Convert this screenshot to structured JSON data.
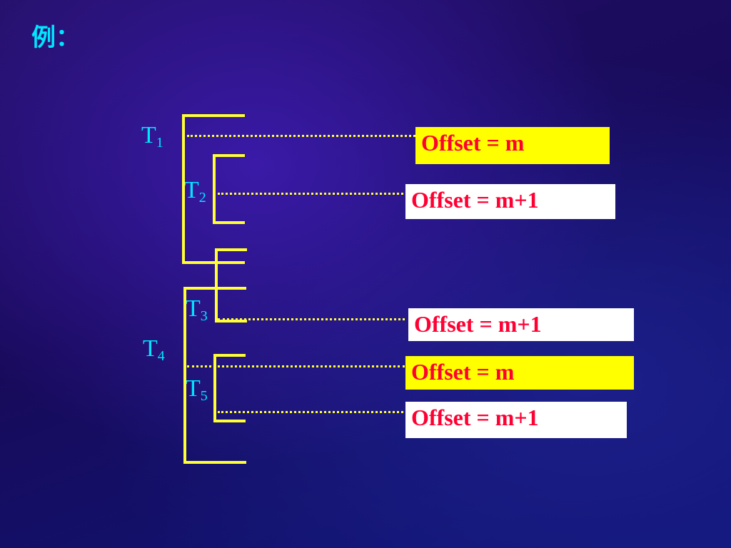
{
  "title": "例：",
  "threads": [
    {
      "base": "T",
      "sub": "1"
    },
    {
      "base": "T",
      "sub": "2"
    },
    {
      "base": "T",
      "sub": "3"
    },
    {
      "base": "T",
      "sub": "4"
    },
    {
      "base": "T",
      "sub": "5"
    }
  ],
  "offset_boxes": [
    {
      "text": "Offset = m",
      "background": "#ffff00",
      "text_color": "#ff0033"
    },
    {
      "text": "Offset = m+1",
      "background": "#ffffff",
      "text_color": "#ff0033"
    },
    {
      "text": "Offset = m+1",
      "background": "#ffffff",
      "text_color": "#ff0033"
    },
    {
      "text": "Offset = m",
      "background": "#ffff00",
      "text_color": "#ff0033"
    },
    {
      "text": "Offset = m+1",
      "background": "#ffffff",
      "text_color": "#ff0033"
    }
  ],
  "colors": {
    "label": "#00e6ff",
    "bracket": "#ffff33",
    "leader": "#ffff33",
    "background": "#180a5a"
  }
}
